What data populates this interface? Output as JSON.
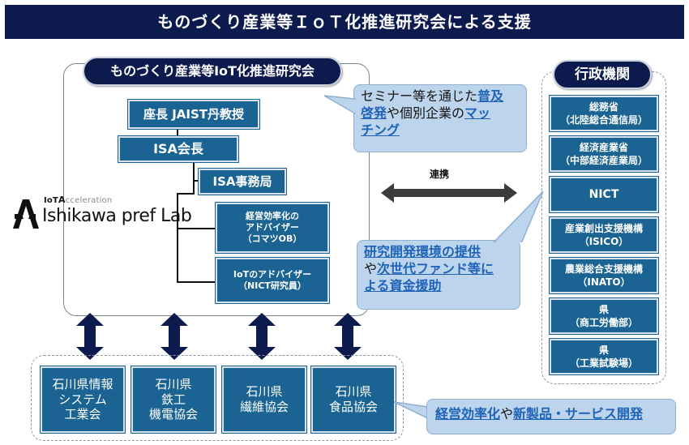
{
  "banner": {
    "title": "ものづくり産業等ＩｏＴ化推進研究会による支援"
  },
  "research_group": {
    "title": "ものづくり産業等IoT化推進研究会",
    "chair": "座長 JAIST丹教授",
    "isa_president": "ISA会長",
    "isa_office": "ISA事務局",
    "advisor1": [
      "経営効率化の",
      "アドバイザー",
      "（コマツOB）"
    ],
    "advisor2": [
      "IoTのアドバイザー",
      "（NICT研究員）"
    ]
  },
  "logo": {
    "small": "IoT Acceleration",
    "small_i": "IoT",
    "small_a": "A",
    "small_rest": "cceleration",
    "main": "Ishikawa pref Lab"
  },
  "callout_top": {
    "t1": "セミナー等を通じた",
    "l1": "普及",
    "l2": "啓発",
    "t2": "や個別企業の",
    "l3": "マッ",
    "l4": "チング"
  },
  "link_label": "連携",
  "callout_mid": {
    "l1": "研究開発環境の提供",
    "t1": "や",
    "l2": "次世代ファンド等に",
    "l3": "よる資金援助"
  },
  "gov": {
    "title": "行政機関",
    "items": [
      [
        "総務省",
        "（北陸総合通信局）"
      ],
      [
        "経済産業省",
        "（中部経済産業局）"
      ],
      [
        "NICT"
      ],
      [
        "産業創出支援機構",
        "（ISICO）"
      ],
      [
        "農業総合支援機構",
        "（INATO）"
      ],
      [
        "県",
        "（商工労働部）"
      ],
      [
        "県",
        "（工業試験場）"
      ]
    ]
  },
  "associations": [
    [
      "石川県情報",
      "システム",
      "工業会"
    ],
    [
      "石川県",
      "鉄工",
      "機電協会"
    ],
    [
      "石川県",
      "繊維協会"
    ],
    [
      "石川県",
      "食品協会"
    ]
  ],
  "callout_bottom": {
    "l1": "経営効率化",
    "t1": "や",
    "l2": "新製品・サービス開発"
  },
  "colors": {
    "navy": "#0d1a4d",
    "box_blue": "#1a6392",
    "callout": "#bdd5ec",
    "link": "#1f63b8"
  }
}
